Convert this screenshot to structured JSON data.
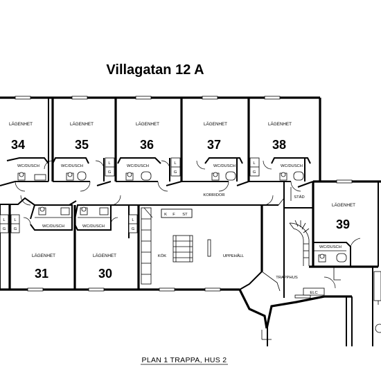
{
  "title": "Villagatan 12 A",
  "caption": "PLAN 1 TRAPPA, HUS 2",
  "apartment_label": "LÄGENHET",
  "apartments": {
    "a34": "34",
    "a35": "35",
    "a36": "36",
    "a37": "37",
    "a38": "38",
    "a39": "39",
    "a31": "31",
    "a30": "30"
  },
  "rooms": {
    "wc": "WC/DUSCH",
    "korridor": "KORRIDOR",
    "stad": "STÄD",
    "kok": "KÖK",
    "uppehall": "UPPEHÅLL",
    "trapphus": "TRAPPHUS",
    "elc": "ELC"
  },
  "closets": {
    "l": "L",
    "g": "G",
    "k": "K",
    "f": "F",
    "st": "ST"
  }
}
